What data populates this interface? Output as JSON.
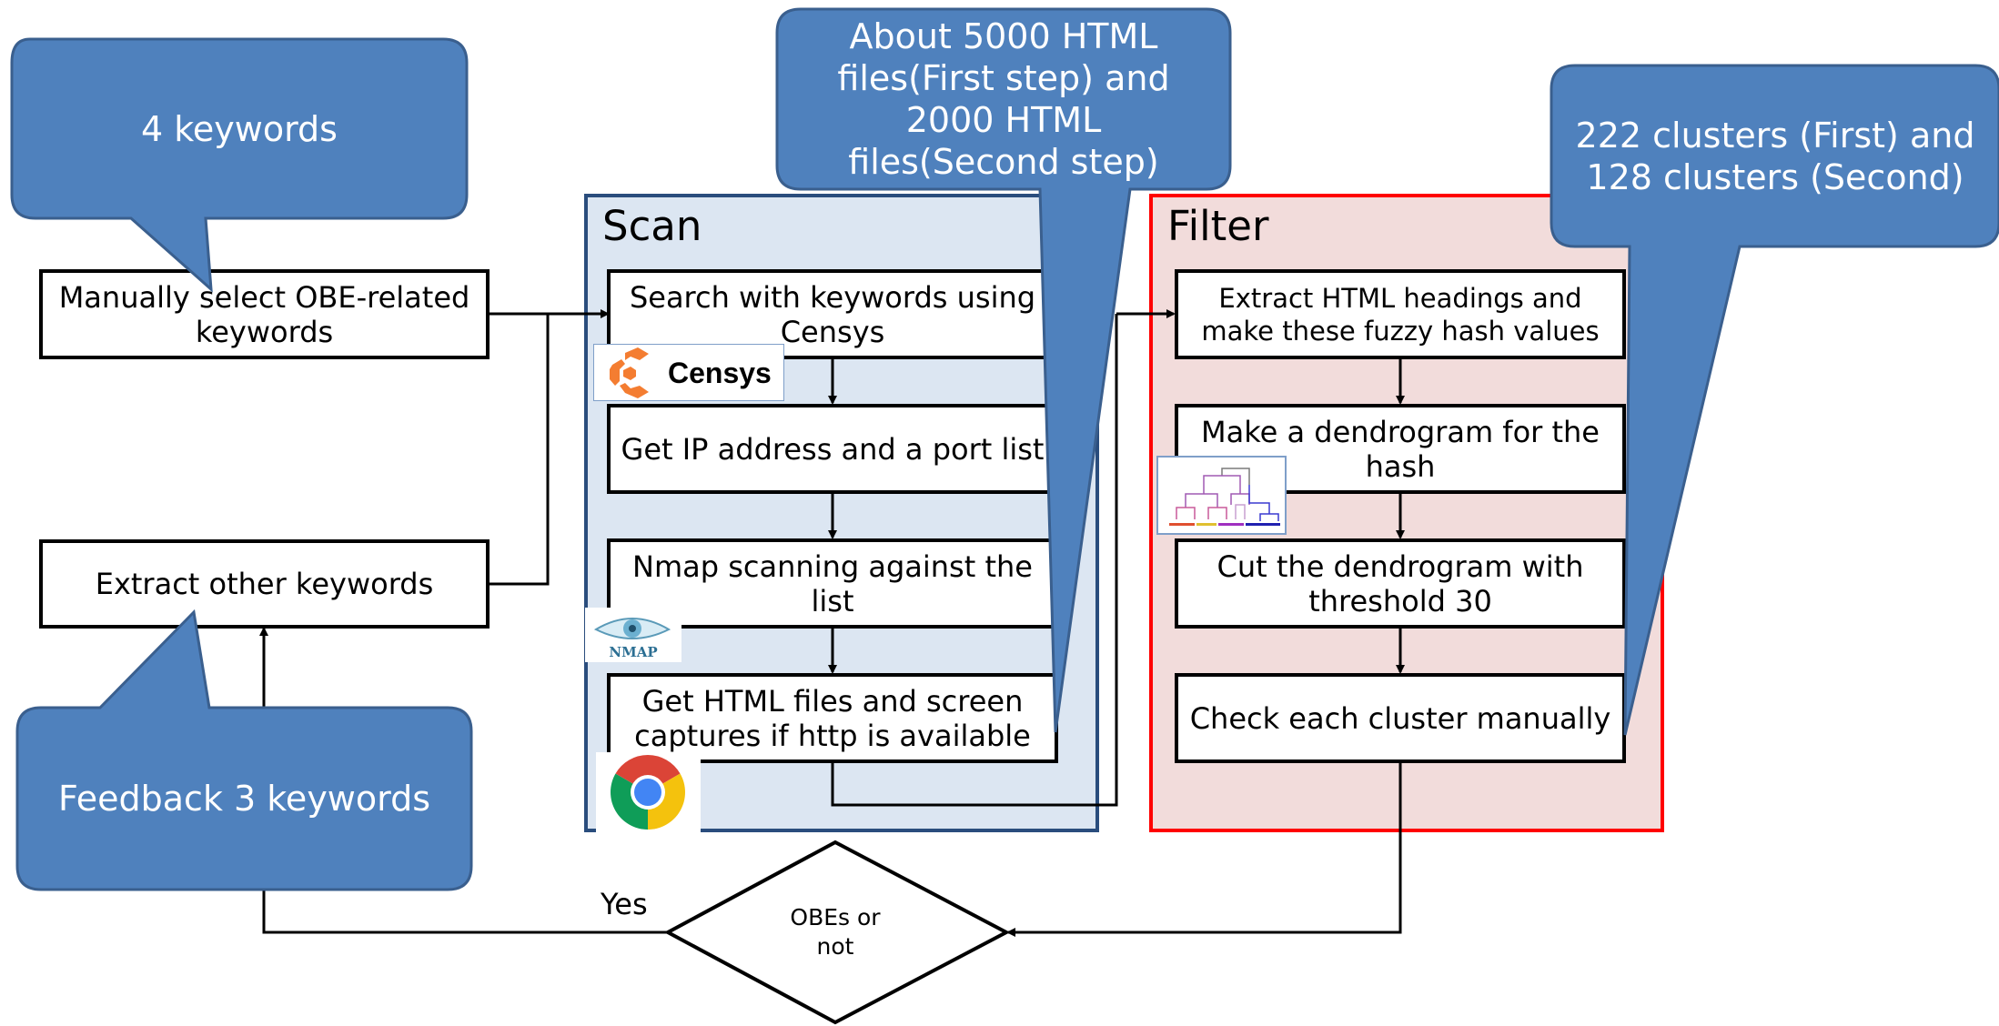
{
  "callouts": {
    "keywords_initial": "4 keywords",
    "feedback": "Feedback 3 keywords",
    "html_files": "About 5000 HTML files(First step) and 2000 HTML files(Second step)",
    "clusters": "222 clusters (First) and 128 clusters (Second)"
  },
  "left": {
    "manual_select": "Manually select OBE-related keywords",
    "extract_other": "Extract other keywords"
  },
  "scan": {
    "title": "Scan",
    "steps": [
      "Search with keywords using Censys",
      "Get IP address and a port list",
      "Nmap scanning against the list",
      "Get HTML files and screen captures if http is available"
    ]
  },
  "filter": {
    "title": "Filter",
    "steps": [
      "Extract HTML headings and make these fuzzy hash values",
      "Make a dendrogram for the hash",
      "Cut the dendrogram with threshold 30",
      "Check each cluster manually"
    ]
  },
  "decision": {
    "text": "OBEs or not",
    "yes_label": "Yes"
  },
  "logos": {
    "censys": "Censys",
    "nmap": "NMAP"
  },
  "colors": {
    "callout_fill": "#4f81bd",
    "callout_border": "#3a5f8e",
    "scan_fill": "#dce6f2",
    "scan_border": "#2a4d7d",
    "filter_fill": "#f2dcdb",
    "filter_border": "#ff0000",
    "censys_orange": "#f47d31"
  }
}
